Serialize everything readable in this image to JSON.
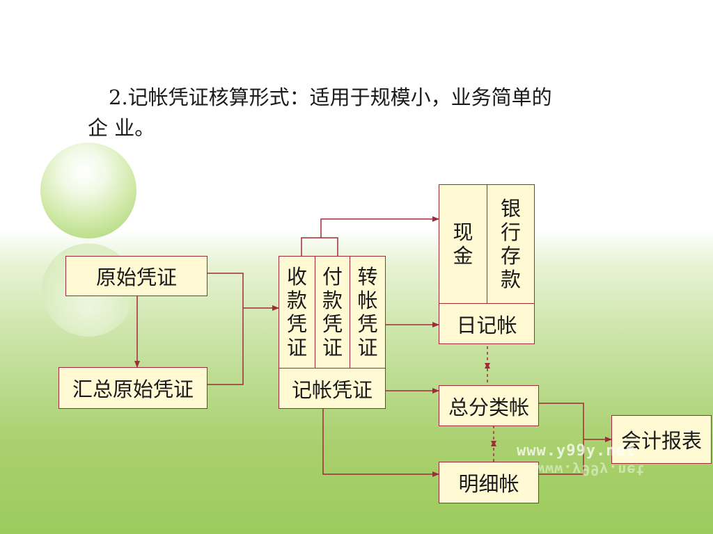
{
  "title": {
    "line1": "2.记帐凭证核算形式：适用于规模小，业务简单的",
    "line2": "企 业。"
  },
  "nodes": {
    "original_voucher": "原始凭证",
    "summary_original_voucher": "汇总原始凭证",
    "receipt_voucher": "收款凭证",
    "payment_voucher": "付款凭证",
    "transfer_voucher": "转帐凭证",
    "bookkeeping_voucher": "记帐凭证",
    "cash": "现金",
    "bank_deposit": "银行存款",
    "journal": "日记帐",
    "general_ledger": "总分类帐",
    "subsidiary_ledger": "明细帐",
    "financial_report": "会计报表"
  },
  "watermark": "www.y99y.net",
  "colors": {
    "line": "#a02a3a",
    "box_fill": "#fff9d4"
  }
}
